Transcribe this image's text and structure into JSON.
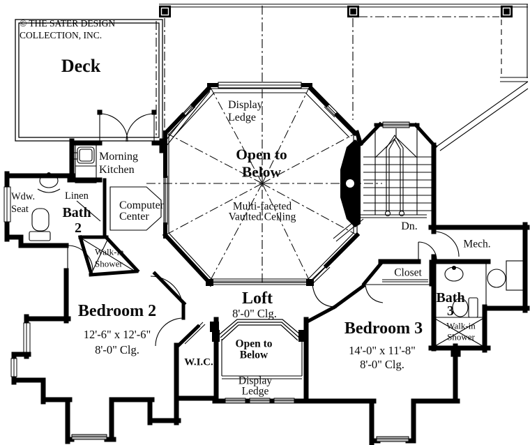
{
  "meta": {
    "wall_color": "#000000",
    "window_fill": "#b9b9b9",
    "paper_color": "#ffffff"
  },
  "branding": {
    "copyright_line1": "© THE SATER DESIGN",
    "copyright_line2": "COLLECTION, INC."
  },
  "rooms": {
    "deck": {
      "name": "Deck"
    },
    "morning_kitchen": {
      "l1": "Morning",
      "l2": "Kitchen"
    },
    "wdw_seat": {
      "l1": "Wdw.",
      "l2": "Seat"
    },
    "linen": {
      "name": "Linen"
    },
    "bath2": {
      "l1": "Bath",
      "l2": "2"
    },
    "computer_center": {
      "l1": "Computer",
      "l2": "Center"
    },
    "shower2": {
      "l1": "Walk-in",
      "l2": "Shower"
    },
    "octagon": {
      "display_ledge_l1": "Display",
      "display_ledge_l2": "Ledge",
      "open_below_l1": "Open to",
      "open_below_l2": "Below",
      "ceiling_l1": "Multi-faceted",
      "ceiling_l2": "Vaulted Ceiling"
    },
    "stairs": {
      "down": "Dn."
    },
    "mech": {
      "name": "Mech."
    },
    "closet": {
      "name": "Closet"
    },
    "bath3": {
      "l1": "Bath",
      "l2": "3"
    },
    "shower3": {
      "l1": "Walk-in",
      "l2": "Shower"
    },
    "bedroom2": {
      "name": "Bedroom 2",
      "dims": "12'-6\" x 12'-6\"",
      "clg": "8'-0\" Clg."
    },
    "bedroom3": {
      "name": "Bedroom 3",
      "dims": "14'-0\" x 11'-8\"",
      "clg": "8'-0\" Clg."
    },
    "loft": {
      "name": "Loft",
      "clg": "8'-0\" Clg."
    },
    "wic": {
      "name": "W.I.C."
    },
    "open_below_bottom": {
      "l1": "Open to",
      "l2": "Below"
    },
    "display_ledge_bottom": {
      "l1": "Display",
      "l2": "Ledge"
    }
  }
}
